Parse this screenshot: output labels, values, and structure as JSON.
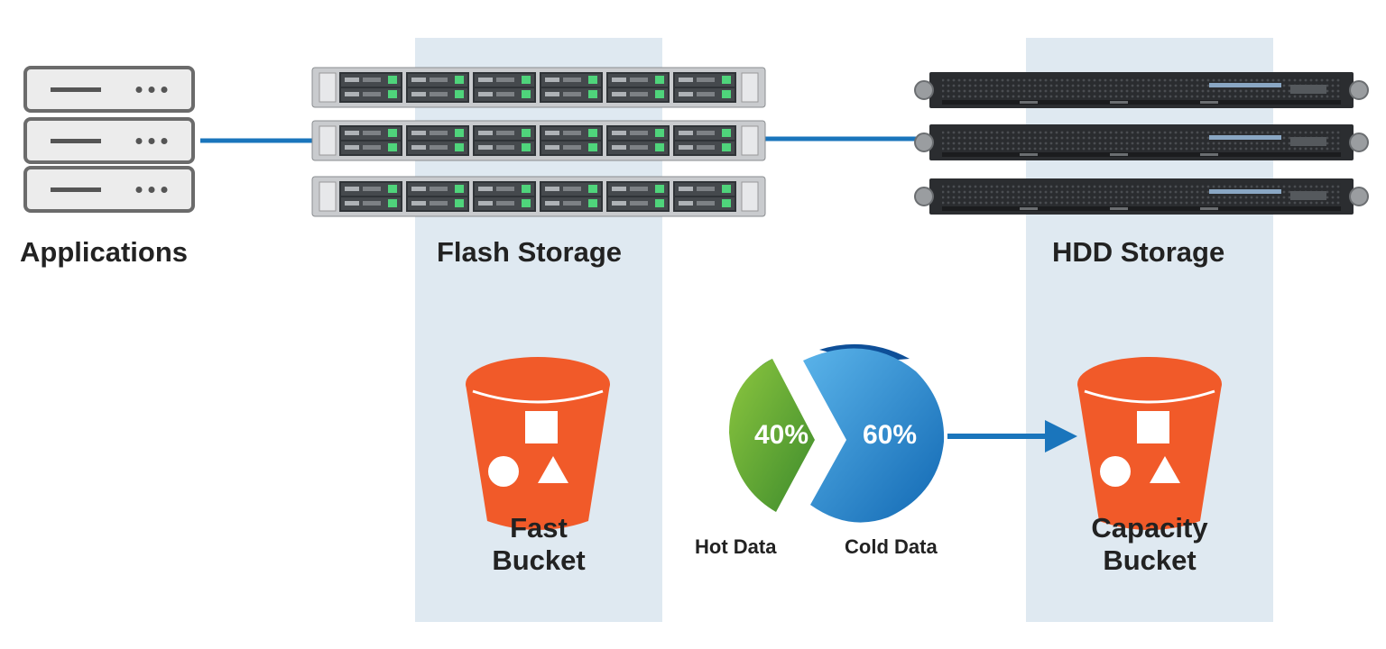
{
  "labels": {
    "applications": "Applications",
    "flash_storage": "Flash Storage",
    "hdd_storage": "HDD Storage",
    "fast_bucket_line1": "Fast",
    "fast_bucket_line2": "Bucket",
    "capacity_bucket_line1": "Capacity",
    "capacity_bucket_line2": "Bucket",
    "hot_data": "Hot Data",
    "cold_data": "Cold Data"
  },
  "split": {
    "hot_percent_label": "40%",
    "cold_percent_label": "60%",
    "hot_fraction": 0.4,
    "cold_fraction": 0.6
  },
  "colors": {
    "band": "#dfe9f1",
    "link": "#1a75bc",
    "bucket": "#f15a29",
    "hot": "#5daa36",
    "cold": "#1f86cf"
  }
}
